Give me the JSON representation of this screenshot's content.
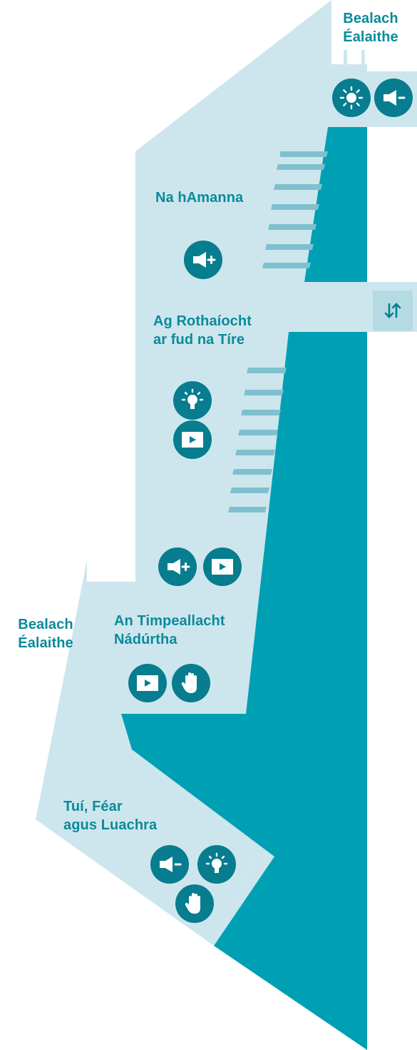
{
  "colors": {
    "light_area": "#cde6ed",
    "dark_band": "#00a0b4",
    "stairs": "#7fc0cf",
    "icon_bg": "#077d8f",
    "label_text": "#0a8a9b"
  },
  "entrances": {
    "top": "Bealach\nÉalaithe",
    "left": "Bealach\nÉalaithe"
  },
  "sections": [
    {
      "title": "Na hAmanna",
      "icons": [
        "volume-up-icon"
      ]
    },
    {
      "title": "Ag Rothaíocht\nar fud na Tíre",
      "icons": [
        "lightbulb-icon",
        "video-icon",
        "volume-up-icon",
        "video-icon"
      ]
    },
    {
      "title": "An Timpeallacht\nNádúrtha",
      "icons": [
        "video-icon",
        "hand-icon"
      ]
    },
    {
      "title": "Tuí, Féar\nagus Luachra",
      "icons": [
        "volume-down-icon",
        "lightbulb-icon",
        "hand-icon"
      ]
    }
  ],
  "top_icons": [
    "brightness-icon",
    "volume-down-icon"
  ],
  "sort_control": {
    "icon": "sort-arrows-icon"
  }
}
